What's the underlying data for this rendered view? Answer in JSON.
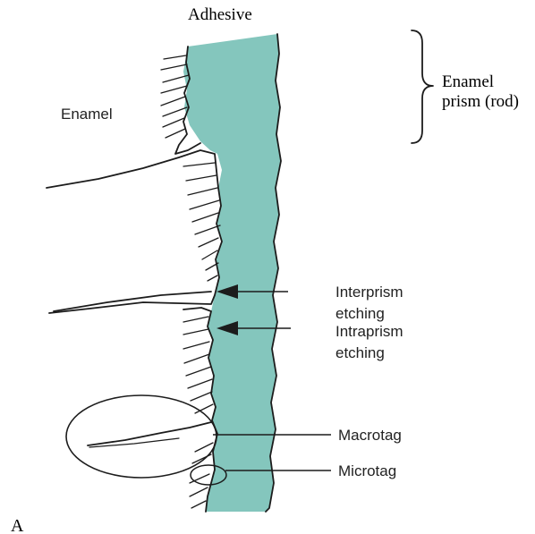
{
  "labels": {
    "adhesive": "Adhesive",
    "enamel": "Enamel",
    "enamel_prism_line1": "Enamel",
    "enamel_prism_line2": "prism (rod)",
    "interprism_line1": "Interprism",
    "interprism_line2": "etching",
    "intraprism_line1": "Intraprism",
    "intraprism_line2": "etching",
    "macrotag": "Macrotag",
    "microtag": "Microtag",
    "panel": "A"
  },
  "colors": {
    "adhesive_fill": "#84c6bd",
    "ink": "#1c1c1c",
    "background": "#ffffff"
  }
}
